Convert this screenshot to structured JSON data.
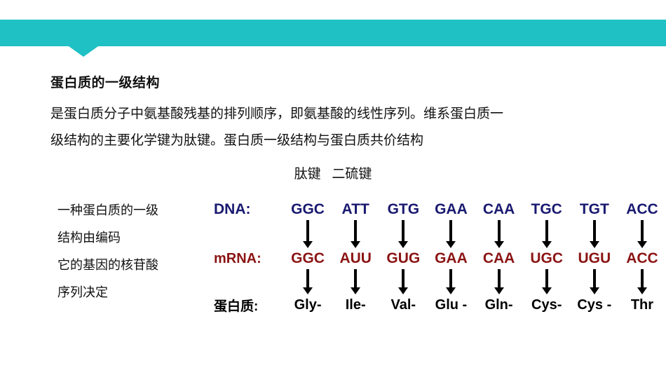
{
  "slide": {
    "banner_color": "#1fc1c4",
    "heading": "蛋白质的一级结构",
    "paragraph": [
      "是蛋白质分子中氨基酸残基的排列顺序，即氨基酸的线性序列。维系蛋白质一",
      "级结构的主要化学键为肽键。蛋白质一级结构与蛋白质共价结构"
    ],
    "bonds_line": "肽键   二硫键",
    "side_note": [
      "一种蛋白质的一级",
      "结构由编码",
      "它的基因的核苷酸",
      "序列决定"
    ]
  },
  "diagram": {
    "rows": [
      {
        "label": "DNA:",
        "color": "#191970",
        "codons": [
          "GGC",
          "ATT",
          "GTG",
          "GAA",
          "CAA",
          "TGC",
          "TGT",
          "ACC"
        ]
      },
      {
        "label": "mRNA:",
        "color": "#8b1414",
        "codons": [
          "GGC",
          "AUU",
          "GUG",
          "GAA",
          "CAA",
          "UGC",
          "UGU",
          "ACC"
        ]
      },
      {
        "label": "蛋白质:",
        "color": "#000000",
        "codons": [
          "Gly-",
          "Ile-",
          "Val-",
          "Glu -",
          "Gln-",
          "Cys-",
          "Cys -",
          "Thr"
        ]
      }
    ],
    "arrow_icon": "down-arrow-icon",
    "arrow_color": "#000000",
    "arrow_count": 8
  }
}
